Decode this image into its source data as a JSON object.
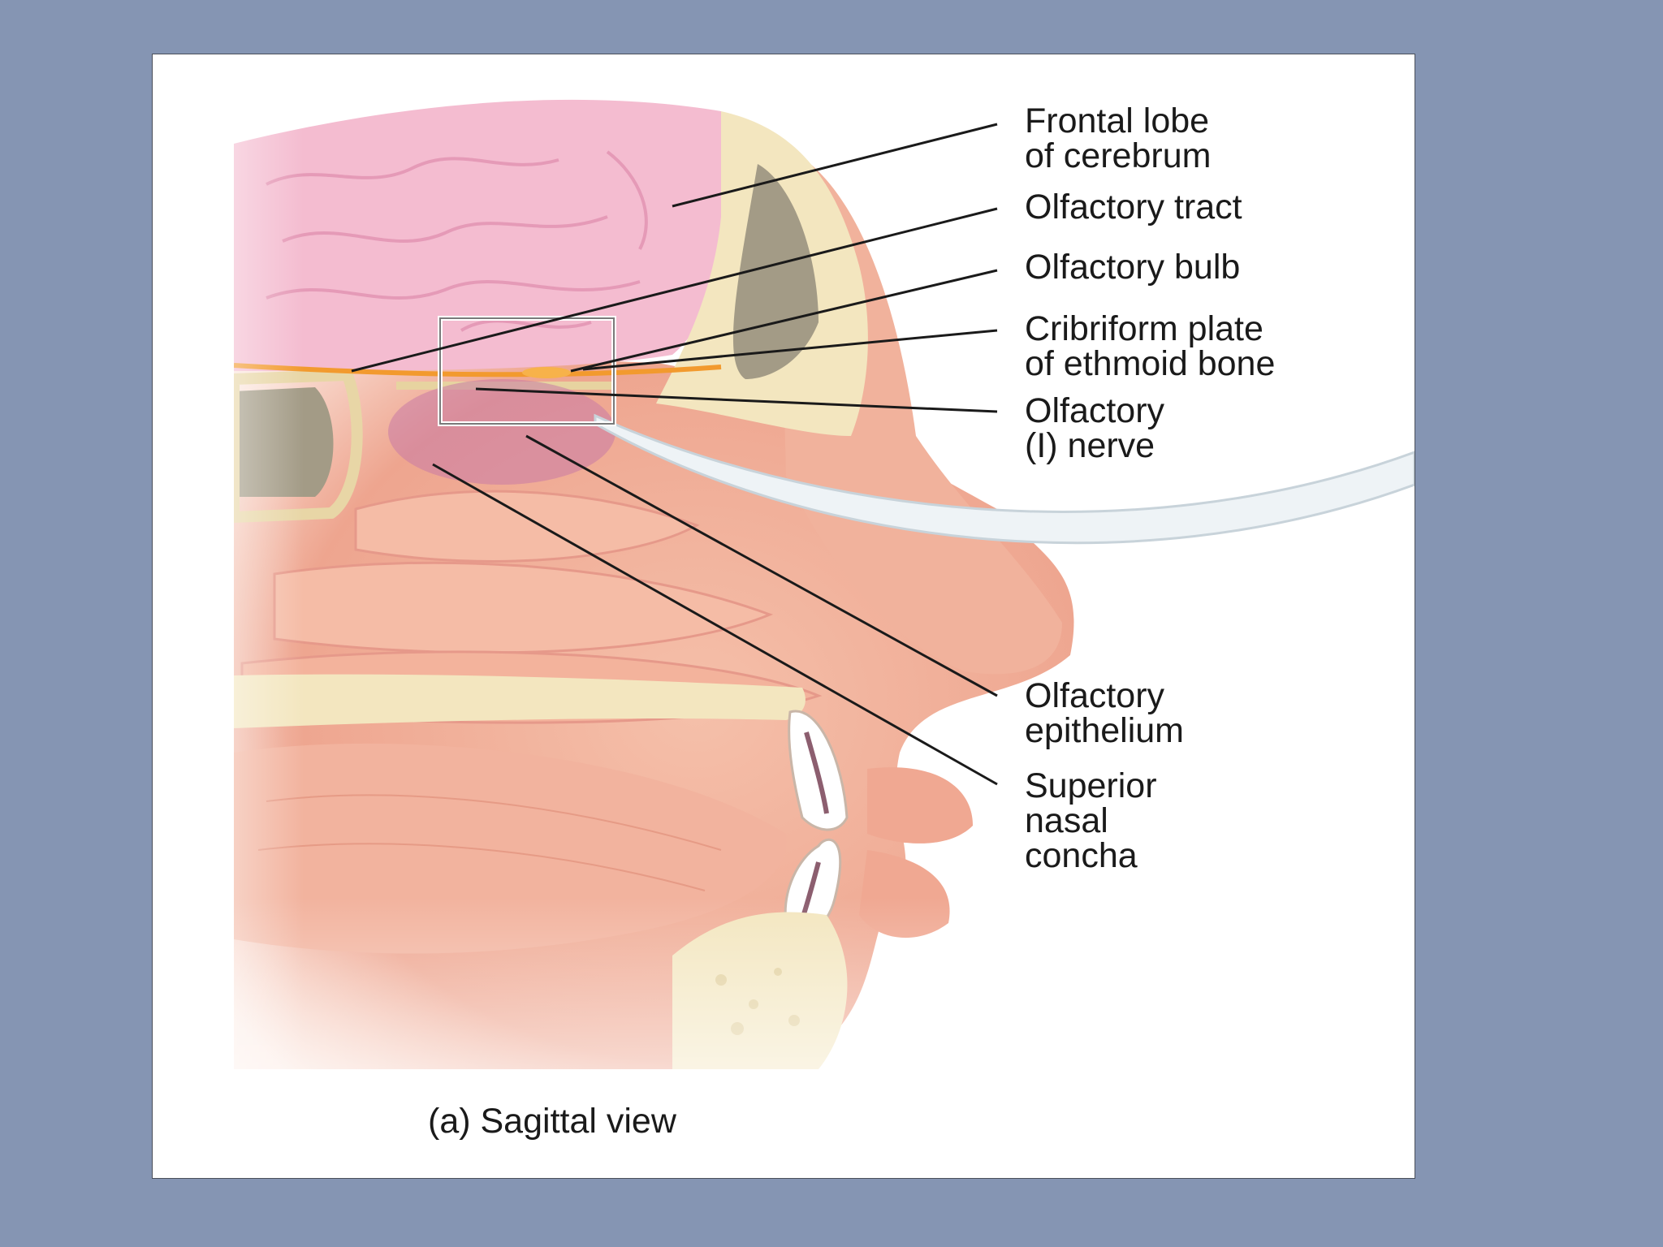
{
  "figure": {
    "caption": "(a) Sagittal view",
    "labels": [
      {
        "id": "frontal-lobe",
        "text": "Frontal lobe\nof cerebrum"
      },
      {
        "id": "olfactory-tract",
        "text": "Olfactory tract"
      },
      {
        "id": "olfactory-bulb",
        "text": "Olfactory bulb"
      },
      {
        "id": "cribriform-plate",
        "text": "Cribriform plate\nof ethmoid bone"
      },
      {
        "id": "olfactory-nerve",
        "text": "Olfactory\n(I) nerve"
      },
      {
        "id": "olfactory-epithelium",
        "text": "Olfactory\nepithelium"
      },
      {
        "id": "superior-nasal-concha",
        "text": "Superior\nnasal\nconcha"
      }
    ]
  },
  "colors": {
    "background": "#8595b3",
    "panel": "#ffffff",
    "brain": "#f2b6cc",
    "bone": "#f3e6bf",
    "sinus": "#a39b86",
    "flesh": "#f0ae98",
    "epithelium": "#c97aa6",
    "nerve": "#f29a2e",
    "leader_line": "#1a1a1a"
  }
}
